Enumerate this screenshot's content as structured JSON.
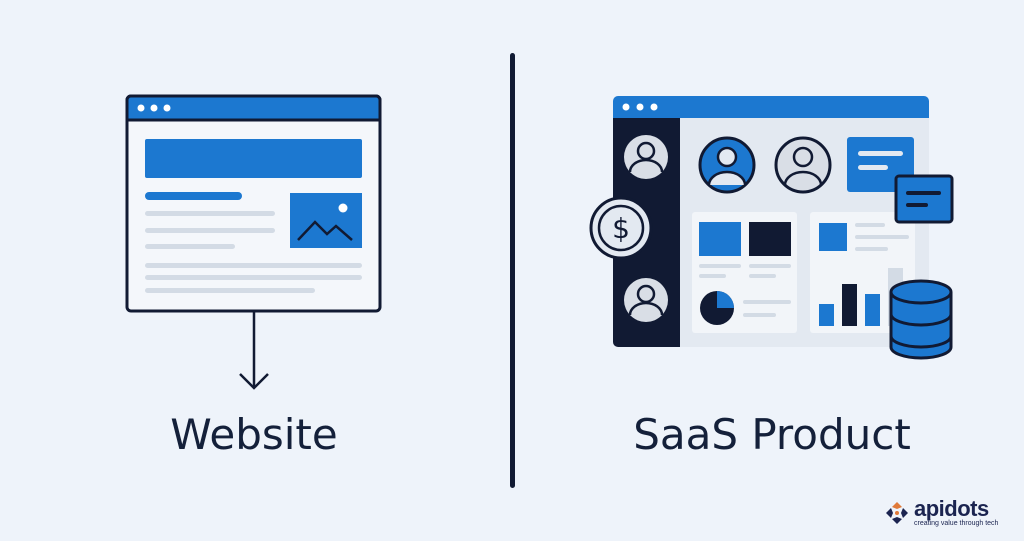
{
  "left": {
    "label": "Website"
  },
  "right": {
    "label": "SaaS Product",
    "currency_symbol": "$"
  },
  "logo": {
    "name": "apidots",
    "tagline": "creating value through tech"
  },
  "colors": {
    "background": "#eef3fa",
    "blue": "#1c78d0",
    "dark": "#111a33",
    "gray": "#d3dbe5"
  }
}
